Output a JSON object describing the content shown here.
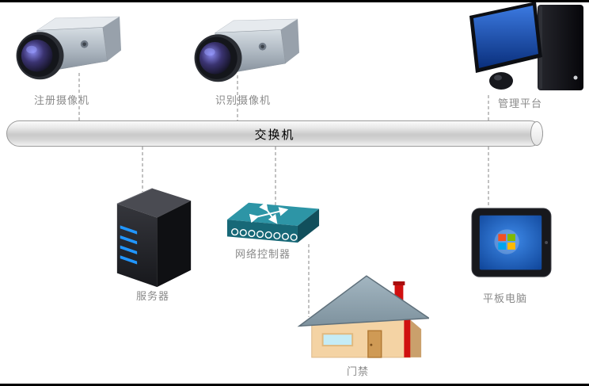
{
  "diagram": {
    "bus": {
      "label": "交换机"
    },
    "nodes": [
      {
        "id": "register-camera",
        "label": "注册摄像机",
        "icon": "box-camera-icon"
      },
      {
        "id": "recognition-camera",
        "label": "识别摄像机",
        "icon": "box-camera-icon"
      },
      {
        "id": "management-platform",
        "label": "管理平台",
        "icon": "desktop-computer-icon"
      },
      {
        "id": "server",
        "label": "服务器",
        "icon": "server-tower-icon"
      },
      {
        "id": "network-controller",
        "label": "网络控制器",
        "icon": "network-switch-icon"
      },
      {
        "id": "access-control",
        "label": "门禁",
        "icon": "house-icon"
      },
      {
        "id": "tablet",
        "label": "平板电脑",
        "icon": "tablet-icon"
      }
    ],
    "colors": {
      "label_gray": "#8a8a8a",
      "wire_gray": "#999999",
      "bus_metal": "#c9c9c9",
      "controller_teal": "#176877",
      "screen_blue": "#1d5fd0",
      "led_blue": "#2196ff",
      "alert_red": "#d01010"
    }
  }
}
